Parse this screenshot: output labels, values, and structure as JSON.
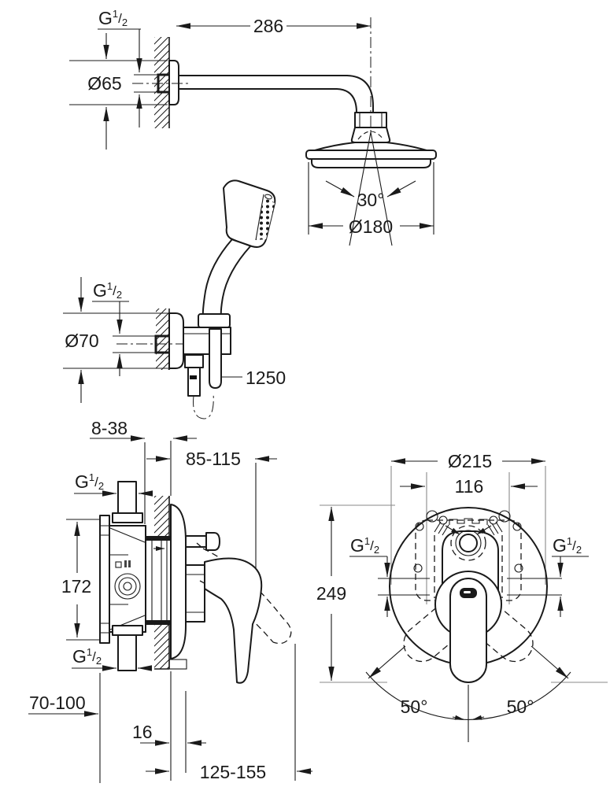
{
  "drawing": {
    "background": "#ffffff",
    "line_color": "#1a1a1a",
    "thread_label": {
      "g": "G",
      "num": "1",
      "slash": "/",
      "den": "2"
    },
    "head_shower": {
      "arm_length": "286",
      "flange_diameter": "Ø65",
      "spray_cone_angle": "30°",
      "head_diameter": "Ø180"
    },
    "hand_shower": {
      "flange_diameter": "Ø70",
      "hose_length": "1250"
    },
    "mixer_side": {
      "wall_thickness_range": "8-38",
      "install_depth_range": "85-115",
      "body_height": "172",
      "supply_offset_range": "70-100",
      "plate_thickness": "16",
      "handle_projection_range": "125-155"
    },
    "mixer_front": {
      "plate_diameter": "Ø215",
      "mounting_width": "116",
      "overall_height": "249",
      "handle_swing_left": "50°",
      "handle_swing_right": "50°"
    }
  }
}
